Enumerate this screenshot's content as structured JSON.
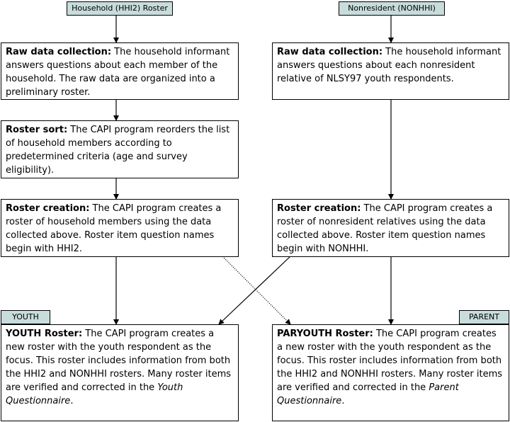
{
  "tags": {
    "household": "Household (HHI2) Roster",
    "nonresident": "Nonresident (NONHHI)",
    "youth": "YOUTH",
    "parent": "PARENT"
  },
  "left": {
    "raw": {
      "title": "Raw data collection:",
      "text": " The household informant answers questions about each member of the household. The raw data are organized into a preliminary roster."
    },
    "sort": {
      "title": "Roster sort:",
      "text": " The CAPI program reorders the list of household members according to predetermined criteria (age and survey eligibility)."
    },
    "creation": {
      "title": "Roster creation:",
      "text": " The CAPI program creates a roster of household members using the data collected above. Roster item question names begin with HHI2."
    }
  },
  "right": {
    "raw": {
      "title": "Raw data collection:",
      "text": " The household informant answers questions about each nonresident relative of NLSY97 youth respondents."
    },
    "creation": {
      "title": "Roster creation:",
      "text": " The CAPI program creates a roster of nonresident relatives using the data collected above. Roster item question names begin with NONHHI."
    }
  },
  "youth": {
    "title": "YOUTH Roster:",
    "text": " The CAPI program creates a new roster with the youth respondent as the focus. This roster includes information from both the HHI2 and NONHHI rosters. Many roster items are verified and corrected in the ",
    "italic": "Youth Questionnaire",
    "end": "."
  },
  "paryouth": {
    "title": "PARYOUTH Roster:",
    "text": " The CAPI program creates a new roster with the youth respondent as the focus. This roster includes information from both the HHI2 and NONHHI rosters. Many roster items are verified and corrected in the ",
    "italic": "Parent Questionnaire",
    "end": "."
  }
}
